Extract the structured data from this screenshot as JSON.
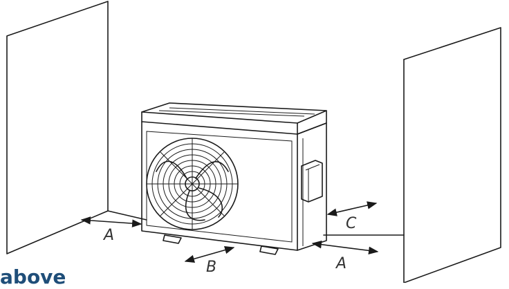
{
  "labels": {
    "left_clearance": "A",
    "front_clearance": "B",
    "right_top_clearance": "C",
    "right_bottom_clearance": "A"
  },
  "caption": "above",
  "colors": {
    "caption": "#1f4e79",
    "line": "#1a1a1a"
  }
}
